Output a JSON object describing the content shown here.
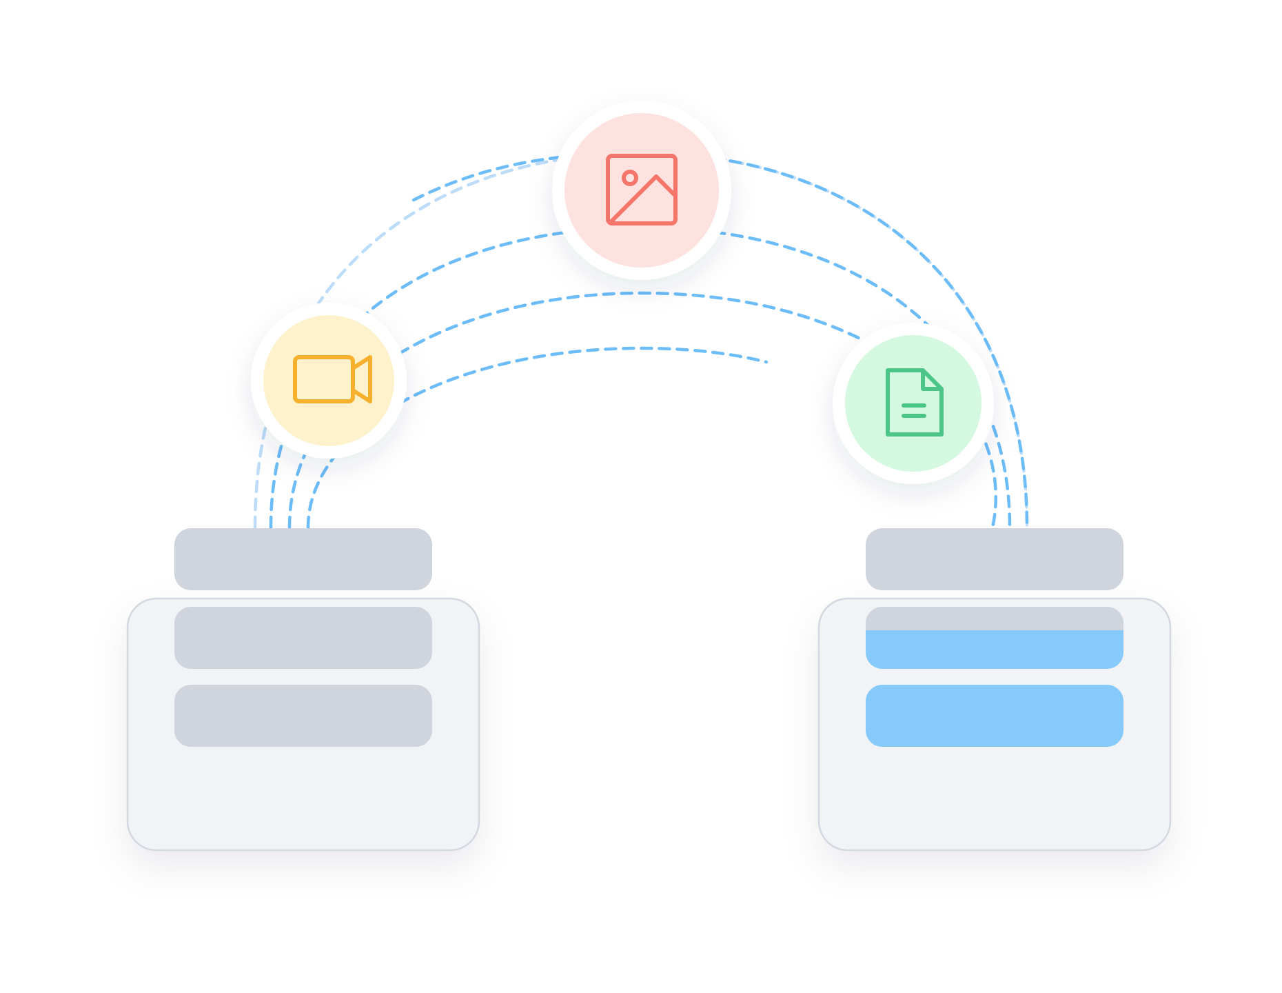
{
  "diagram": {
    "colors": {
      "background": "#ffffff",
      "arc": "#6bbcf8",
      "arc_faint": "#bcdcf9",
      "panel_fill": "#f1f3f6",
      "panel_stroke": "#d3d8e0",
      "bar_gray": "#d0d5dd",
      "bar_blue": "#86c9fb",
      "icon_ring": "#ffffff"
    },
    "nodes": [
      {
        "id": "video",
        "icon": "video-camera-icon",
        "fill": "#fef2cd",
        "stroke": "#f7b02c"
      },
      {
        "id": "image",
        "icon": "image-icon",
        "fill": "#fde2e0",
        "stroke": "#f5756a"
      },
      {
        "id": "document",
        "icon": "document-icon",
        "fill": "#d5f8e0",
        "stroke": "#4bc688"
      }
    ],
    "panels": [
      {
        "id": "source",
        "bars": [
          "gray",
          "gray",
          "gray"
        ]
      },
      {
        "id": "destination",
        "bars": [
          "gray",
          "gray-blue",
          "blue"
        ]
      }
    ],
    "transfer": {
      "destination_bar_2_fill_fraction": 0.62,
      "destination_bar_3_fill_fraction": 1.0
    }
  }
}
